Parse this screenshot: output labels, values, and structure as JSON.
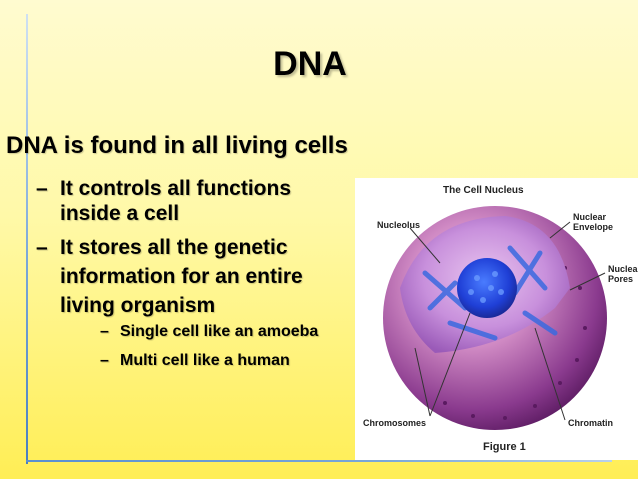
{
  "slide": {
    "title": "DNA",
    "main_point": "DNA is found in all living cells",
    "sub_points": [
      {
        "dash": "–",
        "lines": [
          "It controls all functions",
          "inside a cell"
        ]
      },
      {
        "dash": "–",
        "lines": [
          "It stores all the genetic",
          "information for an entire",
          "living organism"
        ]
      }
    ],
    "sub_sub_points": [
      {
        "dash": "–",
        "text": "Single cell like an amoeba"
      },
      {
        "dash": "–",
        "text": "Multi cell like a human"
      }
    ]
  },
  "figure": {
    "title": "The Cell Nucleus",
    "caption": "Figure 1",
    "labels": {
      "nucleolus": "Nucleolus",
      "nuclear_envelope_1": "Nuclear",
      "nuclear_envelope_2": "Envelope",
      "nuclear_pores_1": "Nuclea",
      "nuclear_pores_2": "Pores",
      "chromosomes": "Chromosomes",
      "chromatin": "Chromatin"
    }
  },
  "colors": {
    "background_top": "#fffbd0",
    "background_bottom": "#ffee55",
    "accent_line": "#7aa7d8",
    "nucleus_purple": "#8a2a8a",
    "chromatin_blue": "#2a4fd0"
  }
}
